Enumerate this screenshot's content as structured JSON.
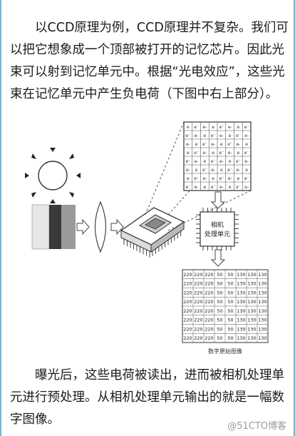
{
  "article": {
    "paragraph1": "以CCD原理为例，CCD原理并不复杂。我们可以把它想象成一个顶部被打开的记忆芯片。因此光束可以射到记忆单元中。根据“光电效应”，这些光束在记忆单元中产生负电荷（下图中右上部分）。",
    "paragraph2": "曝光后，这些电荷被读出，进而被相机处理单元进行预处理。从相机处理单元输出的就是一幅数字图像。"
  },
  "figure": {
    "cell_symbols": [
      "e",
      "e⁻",
      "e-"
    ],
    "processor_label_line1": "相机",
    "processor_label_line2": "处理单元",
    "pixel_grid": [
      [
        "220",
        "220",
        "220",
        "50",
        "50",
        "130",
        "130",
        "130"
      ],
      [
        "220",
        "220",
        "220",
        "50",
        "50",
        "130",
        "130",
        "130"
      ],
      [
        "220",
        "220",
        "220",
        "50",
        "50",
        "130",
        "130",
        "130"
      ],
      [
        "220",
        "220",
        "220",
        "50",
        "50",
        "130",
        "130",
        "130"
      ],
      [
        "220",
        "220",
        "220",
        "50",
        "50",
        "130",
        "130",
        "130"
      ],
      [
        "220",
        "220",
        "220",
        "50",
        "50",
        "130",
        "130",
        "130"
      ],
      [
        "220",
        "220",
        "220",
        "50",
        "50",
        "130",
        "130",
        "130"
      ],
      [
        "220",
        "220",
        "220",
        "50",
        "50",
        "130",
        "130",
        "130"
      ]
    ],
    "grid_caption": "数字原始图像",
    "stripe_colors": [
      "#e6e6e6",
      "#3a3a3a",
      "#9a9a9a"
    ]
  },
  "watermark": "@51CTO博客"
}
